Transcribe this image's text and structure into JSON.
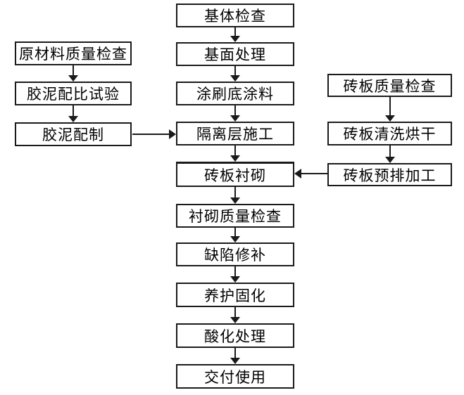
{
  "flowchart": {
    "center_steps": [
      "基体检查",
      "基面处理",
      "涂刷底涂料",
      "隔离层施工",
      "砖板衬砌",
      "衬砌质量检查",
      "缺陷修补",
      "养护固化",
      "酸化处理",
      "交付使用"
    ],
    "left_steps": [
      "原材料质量检查",
      "胶泥配比试验",
      "胶泥配制"
    ],
    "right_steps": [
      "砖板质量检查",
      "砖板清洗烘干",
      "砖板预排加工"
    ],
    "edges": [
      {
        "from": "基体检查",
        "to": "基面处理"
      },
      {
        "from": "基面处理",
        "to": "涂刷底涂料"
      },
      {
        "from": "涂刷底涂料",
        "to": "隔离层施工"
      },
      {
        "from": "隔离层施工",
        "to": "砖板衬砌"
      },
      {
        "from": "砖板衬砌",
        "to": "衬砌质量检查"
      },
      {
        "from": "衬砌质量检查",
        "to": "缺陷修补"
      },
      {
        "from": "缺陷修补",
        "to": "养护固化"
      },
      {
        "from": "养护固化",
        "to": "酸化处理"
      },
      {
        "from": "酸化处理",
        "to": "交付使用"
      },
      {
        "from": "原材料质量检查",
        "to": "胶泥配比试验"
      },
      {
        "from": "胶泥配比试验",
        "to": "胶泥配制"
      },
      {
        "from": "胶泥配制",
        "to": "隔离层施工"
      },
      {
        "from": "砖板质量检查",
        "to": "砖板清洗烘干"
      },
      {
        "from": "砖板清洗烘干",
        "to": "砖板预排加工"
      },
      {
        "from": "砖板预排加工",
        "to": "砖板衬砌"
      }
    ],
    "colors": {
      "border": "#1a1a1a",
      "background": "#ffffff",
      "text": "#000000"
    }
  }
}
